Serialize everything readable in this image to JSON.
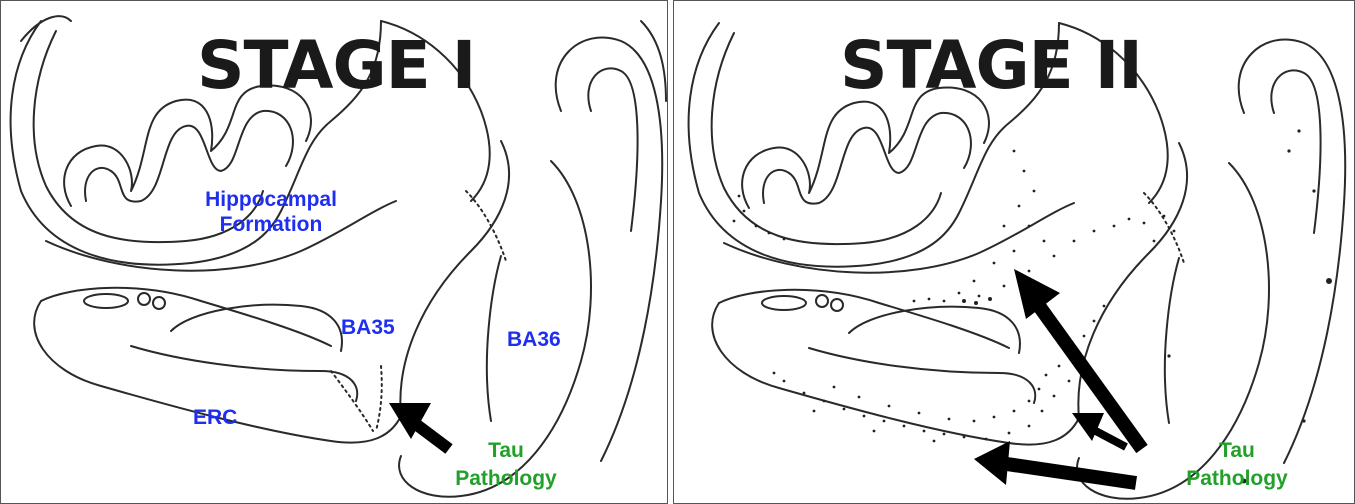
{
  "colors": {
    "region_label": "#1f2ff0",
    "tau_label": "#22a02a",
    "outline": "#2a2a2a",
    "arrow": "#000000"
  },
  "panels": [
    {
      "title": "STAGE I",
      "regions": {
        "hippocampal_line1": "Hippocampal",
        "hippocampal_line2": "Formation",
        "ba35": "BA35",
        "ba36": "BA36",
        "erc": "ERC"
      },
      "tau_line1": "Tau",
      "tau_line2": "Pathology"
    },
    {
      "title": "STAGE II",
      "tau_line1": "Tau",
      "tau_line2": "Pathology"
    }
  ]
}
